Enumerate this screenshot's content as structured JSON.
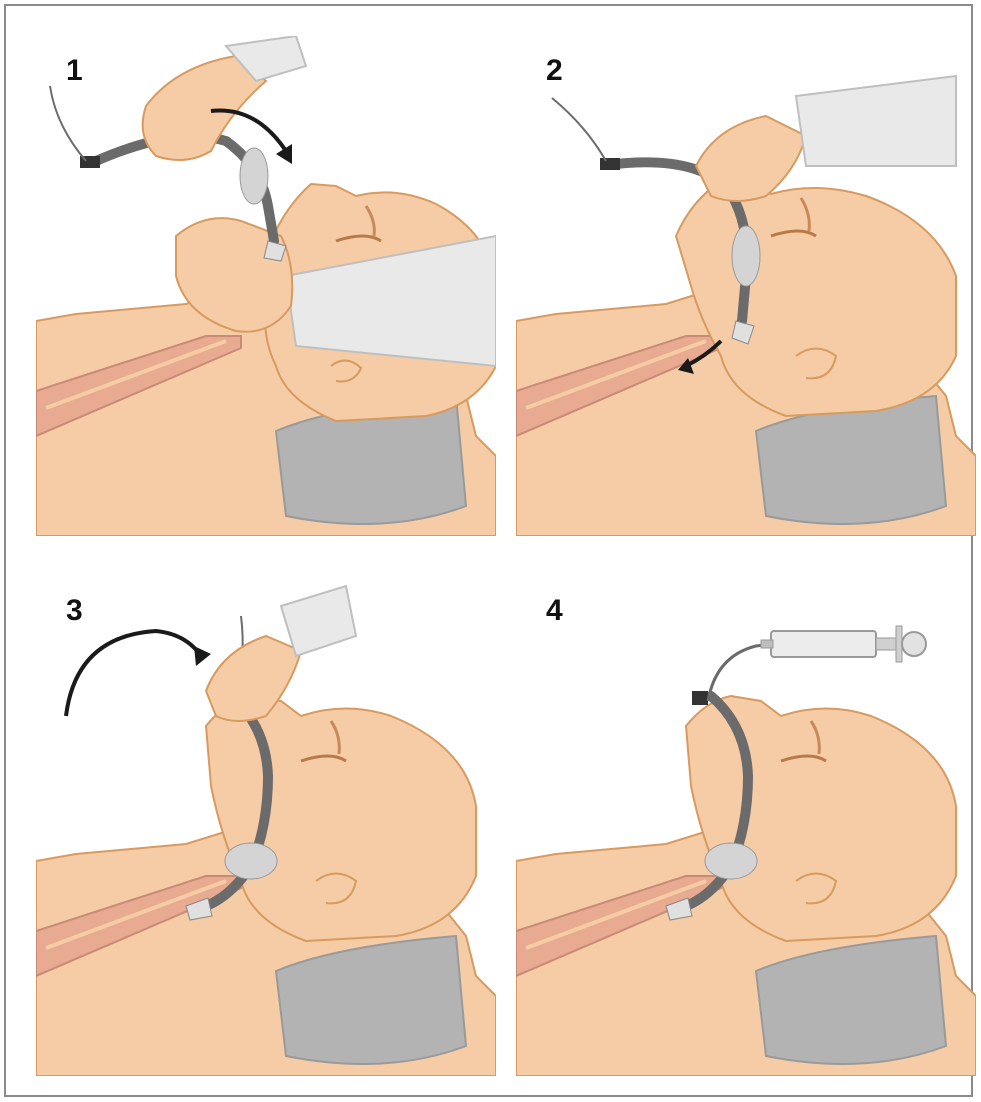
{
  "figure": {
    "steps": [
      {
        "label": "1"
      },
      {
        "label": "2"
      },
      {
        "label": "3"
      },
      {
        "label": "4"
      }
    ]
  },
  "colors": {
    "skin": "#f5cca5",
    "skin_outline": "#d79a5f",
    "trachea": "#e8aa90",
    "trachea_dark": "#c98a78",
    "pillow": "#b3b3b3",
    "pillow_dark": "#9a9a9a",
    "tube": "#6b6b6b",
    "cuff": "#d4d4d4",
    "sleeve": "#e9e9e9",
    "arrow": "#1a1a1a",
    "frame_border": "#8a8a8a"
  }
}
